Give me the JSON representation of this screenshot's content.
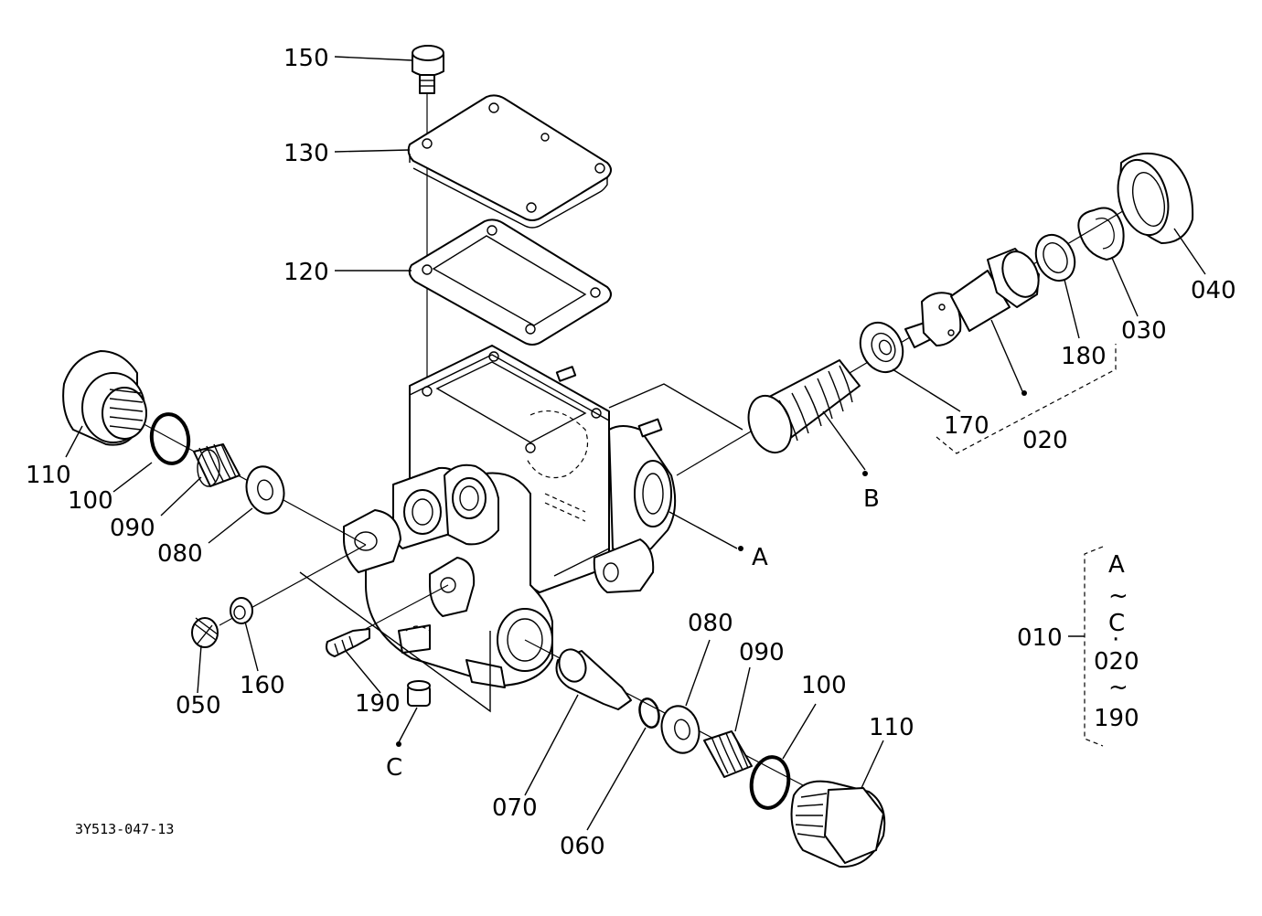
{
  "drawing_code": "3Y513-047-13",
  "callouts": {
    "p150": "150",
    "p130": "130",
    "p120": "120",
    "p110_left": "110",
    "p100_left": "100",
    "p090_left": "090",
    "p080_left": "080",
    "p050": "050",
    "p160": "160",
    "p190": "190",
    "p070": "070",
    "p060": "060",
    "p080_right": "080",
    "p090_right": "090",
    "p100_right": "100",
    "p110_right": "110",
    "p170": "170",
    "p020": "020",
    "p180": "180",
    "p030": "030",
    "p040": "040",
    "p010": "010"
  },
  "refs": {
    "a": "A",
    "b": "B",
    "c": "C"
  },
  "assembly_note": {
    "line1": "A",
    "tilde1": "~",
    "line2": "C",
    "dot": "·",
    "line3": "020",
    "tilde2": "~",
    "line4": "190"
  }
}
